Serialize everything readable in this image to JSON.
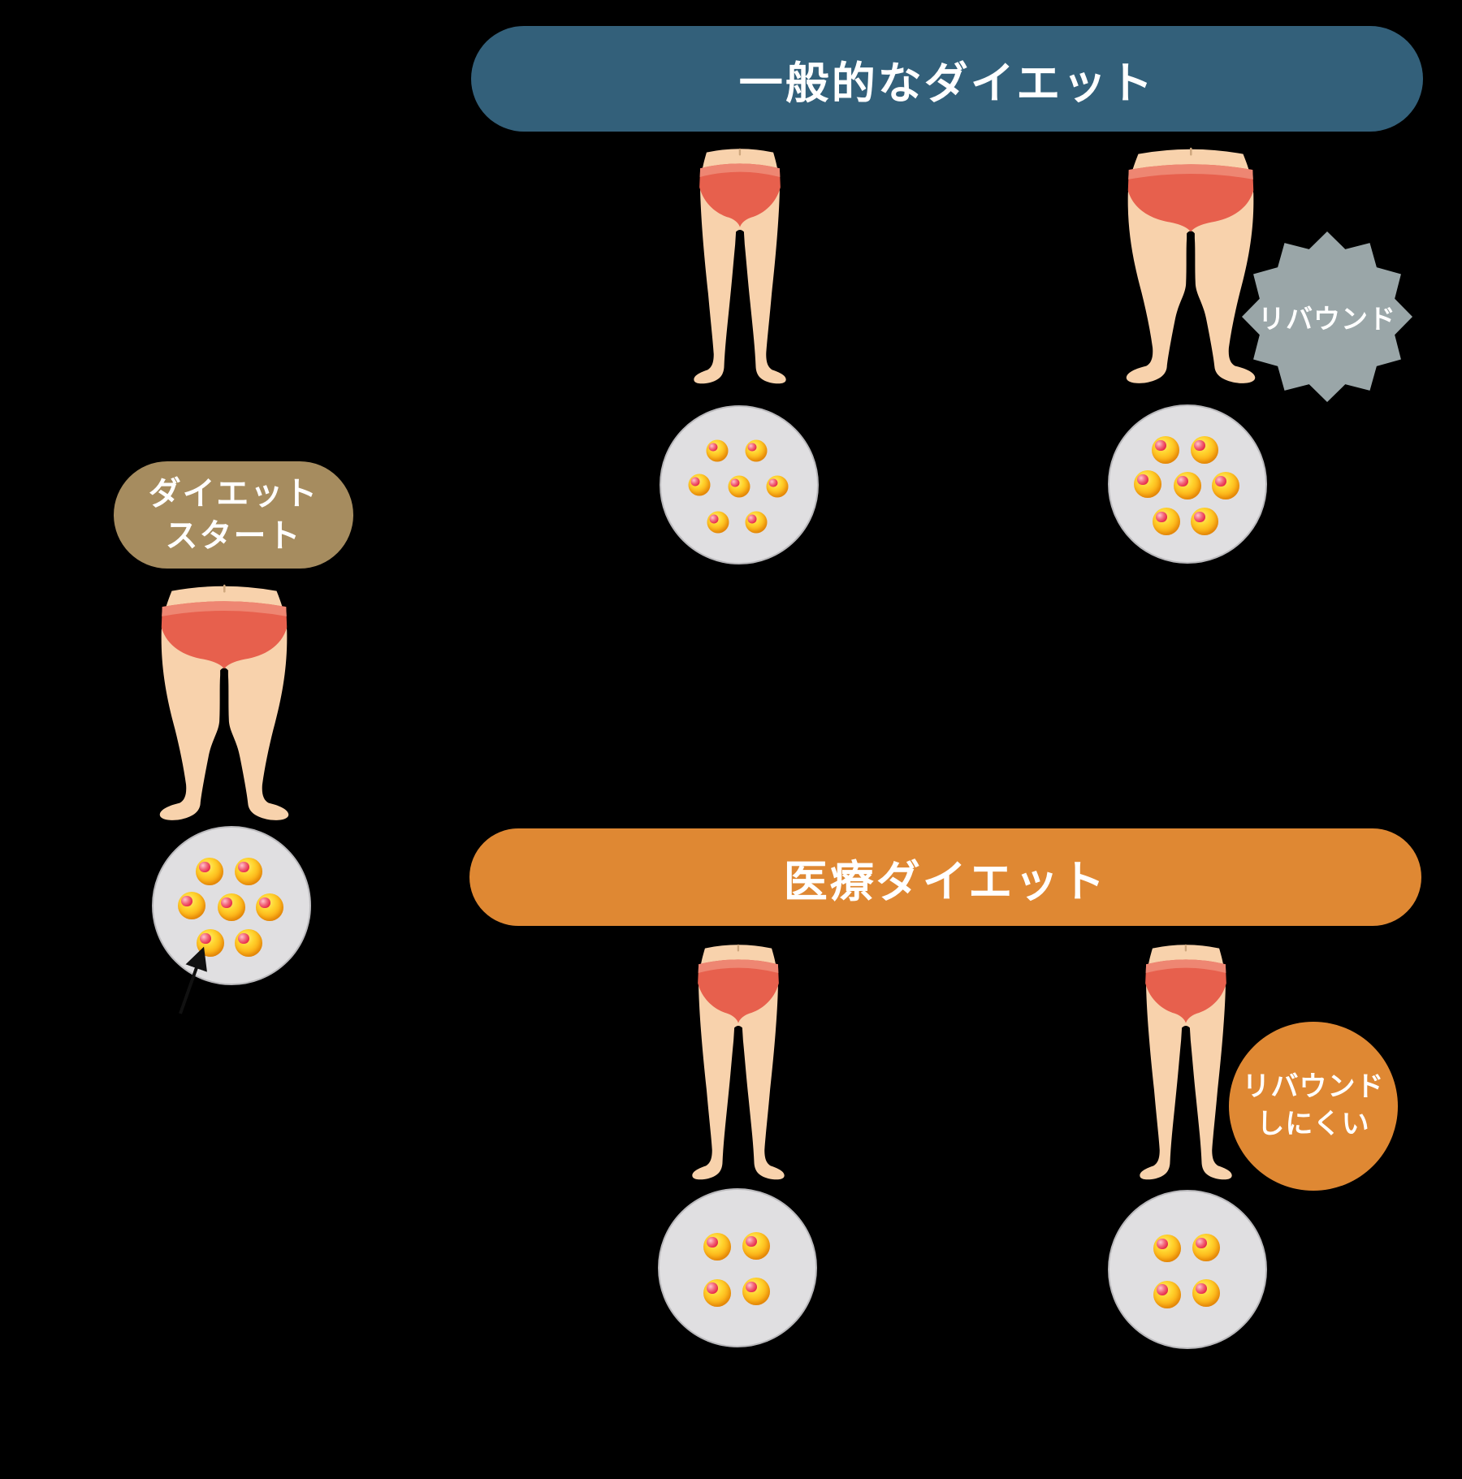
{
  "diagram": {
    "start": {
      "label": {
        "line1": "ダイエット",
        "line2": "スタート"
      },
      "legs": "thick",
      "fat_cells": {
        "count": 7,
        "size": "large"
      }
    },
    "general": {
      "title": "一般的なダイエット",
      "after_diet": {
        "legs": "thin",
        "fat_cells": {
          "count": 7,
          "size": "small"
        }
      },
      "rebound": {
        "legs": "thick",
        "badge": "リバウンド",
        "fat_cells": {
          "count": 7,
          "size": "large"
        }
      }
    },
    "medical": {
      "title": "医療ダイエット",
      "after_diet": {
        "legs": "thin",
        "fat_cells": {
          "count": 4,
          "size": "large"
        }
      },
      "result": {
        "legs": "thin",
        "badge": {
          "line1": "リバウンド",
          "line2": "しにくい"
        },
        "fat_cells": {
          "count": 4,
          "size": "large"
        }
      }
    },
    "colors": {
      "general_banner": "#33607a",
      "medical_banner": "#df8833",
      "start_pill": "#a68c5f",
      "rebound_badge": "#9aa6a8",
      "result_badge": "#df8833",
      "cell_circle_bg": "#e0dfe1",
      "fat_cell_orange": "#fcb117",
      "fat_cell_nucleus": "#e62647",
      "skin": "#f8d2ac",
      "underwear": "#e7604d",
      "background": "#000000",
      "text": "#ffffff"
    }
  }
}
